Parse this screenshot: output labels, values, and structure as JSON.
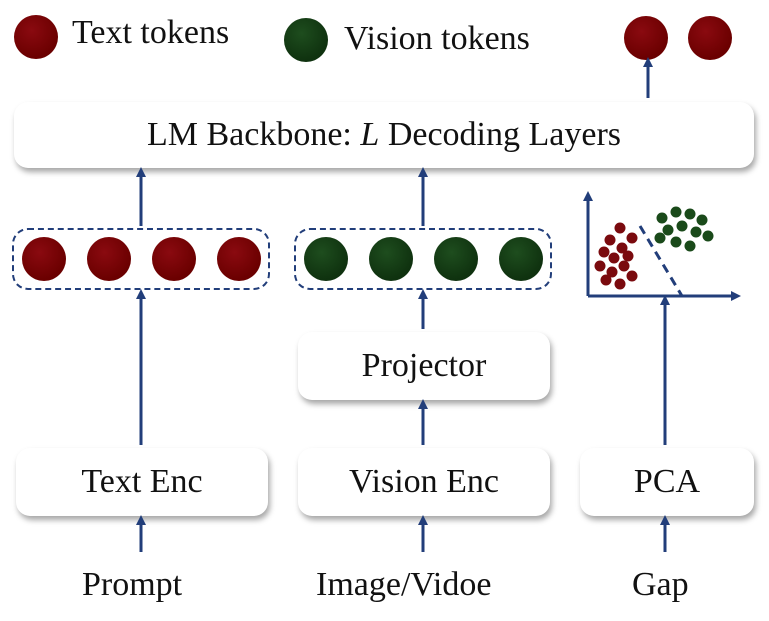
{
  "legend": {
    "text_tokens_label": "Text tokens",
    "vision_tokens_label": "Vision tokens"
  },
  "backbone": {
    "prefix": "LM Backbone: ",
    "variable": "L",
    "suffix": " Decoding Layers"
  },
  "encoders": {
    "text": "Text Enc",
    "vision": "Vision Enc",
    "pca": "PCA",
    "projector": "Projector"
  },
  "inputs": {
    "prompt": "Prompt",
    "image": "Image/Vidoe",
    "gap": "Gap"
  },
  "colors": {
    "text_token": "#6b0000",
    "vision_token": "#0f320f",
    "arrow": "#223e7a"
  }
}
